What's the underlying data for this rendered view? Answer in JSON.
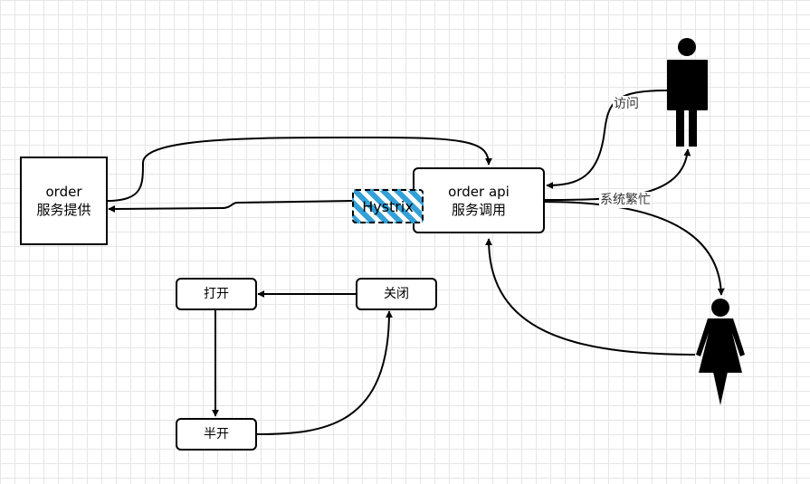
{
  "nodes": {
    "order_provider": {
      "line1": "order",
      "line2": "服务提供"
    },
    "order_api": {
      "line1": "order api",
      "line2": "服务调用"
    },
    "hystrix": {
      "label": "Hystrix",
      "fill_color": "#33a0d8"
    },
    "state_open": {
      "label": "打开"
    },
    "state_closed": {
      "label": "关闭"
    },
    "state_half_open": {
      "label": "半开"
    },
    "user_male": {
      "icon": "male-user-icon"
    },
    "user_female": {
      "icon": "female-user-icon"
    }
  },
  "edge_labels": {
    "visit": "访问",
    "system_busy": "系统繁忙"
  }
}
